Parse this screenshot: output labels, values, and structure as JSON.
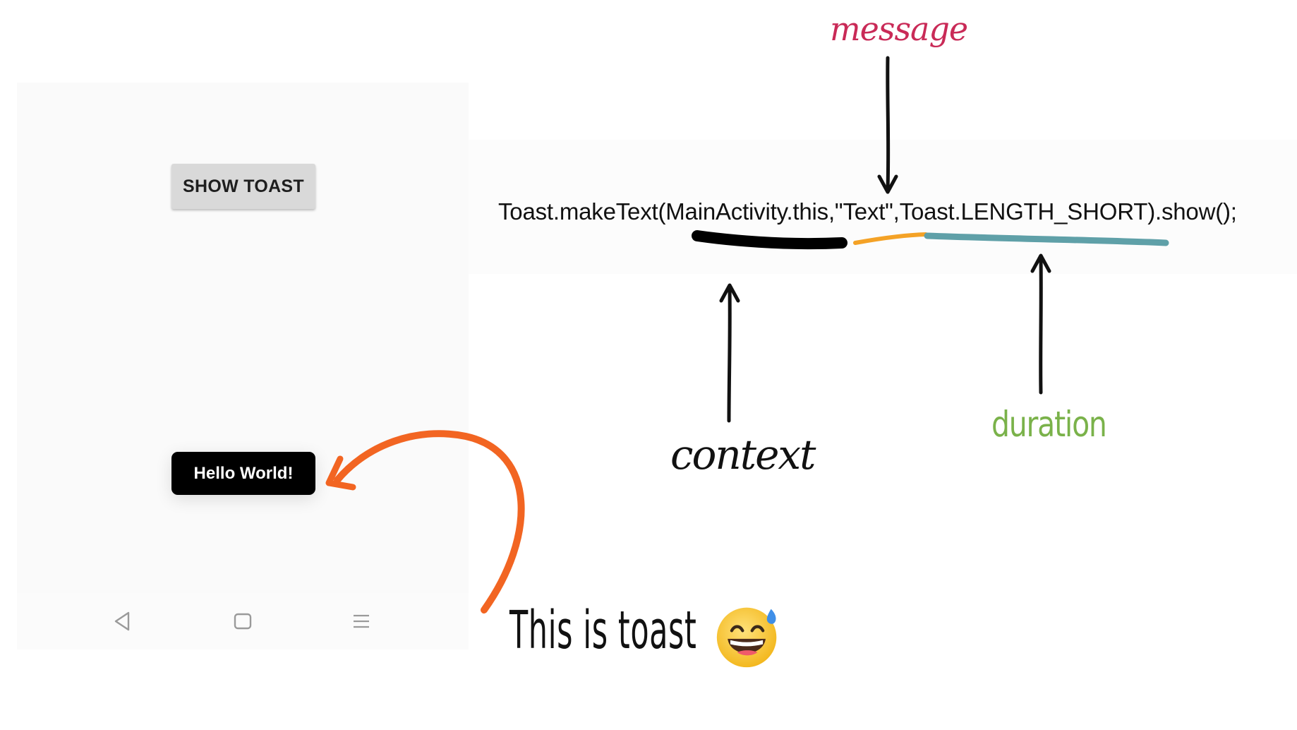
{
  "phone": {
    "show_toast_button": "SHOW TOAST",
    "toast_message": "Hello World!",
    "nav_icons": [
      "back-icon",
      "home-icon",
      "menu-icon"
    ]
  },
  "code": {
    "line": "Toast.makeText(MainActivity.this,\"Text\",Toast.LENGTH_SHORT).show();"
  },
  "annotations": {
    "message": "message",
    "context": "context",
    "duration": "duration",
    "caption": "This is toast"
  },
  "colors": {
    "message": "#c92a57",
    "duration": "#7ab24a",
    "context_underline": "#000000",
    "message_underline": "#f4a226",
    "duration_underline": "#5fa0a8",
    "toast_arrow": "#f26522"
  },
  "icons": {
    "caption_emoji": "grinning-face-with-sweat-icon"
  }
}
